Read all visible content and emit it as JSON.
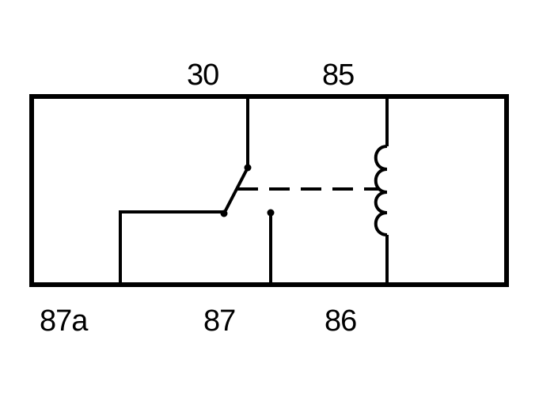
{
  "pins": {
    "top_left": "30",
    "top_right": "85",
    "bottom_left": "87a",
    "bottom_middle": "87",
    "bottom_right": "86"
  },
  "colors": {
    "line": "#000000",
    "background": "#ffffff"
  }
}
